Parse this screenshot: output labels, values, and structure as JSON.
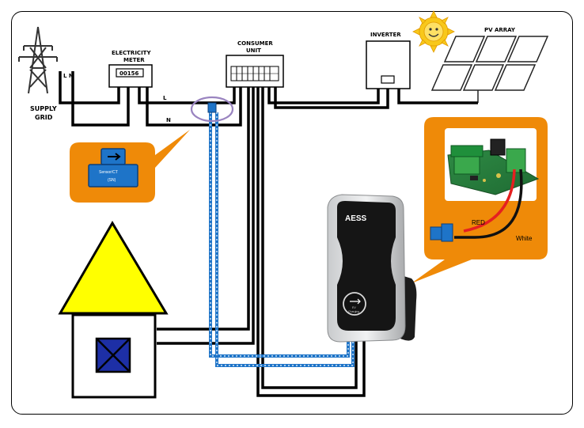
{
  "labels": {
    "supply_grid": [
      "SUPPLY",
      "GRID"
    ],
    "line_neutral": "L  N",
    "electricity_meter": [
      "ELECTRICITY",
      "METER"
    ],
    "meter_reading": "00156",
    "consumer_unit": [
      "CONSUMER",
      "UNIT"
    ],
    "inverter": "INVERTER",
    "pv_array": "PV ARRAY",
    "wire_l": "L",
    "wire_n": "N",
    "ct_sensor": [
      "Sensor/CT",
      "(SN)"
    ],
    "charger_brand": "AESS",
    "charger_start": [
      "EV",
      "Charging"
    ],
    "wire_red": "RED",
    "wire_white": "White"
  },
  "colors": {
    "callout_orange": "#ef8a08",
    "ct_blue": "#1e74c8",
    "sun_yellow": "#f8c81a",
    "house_roof": "#ffff00",
    "window_blue": "#1d2fa6",
    "wire_red": "#e52020"
  }
}
